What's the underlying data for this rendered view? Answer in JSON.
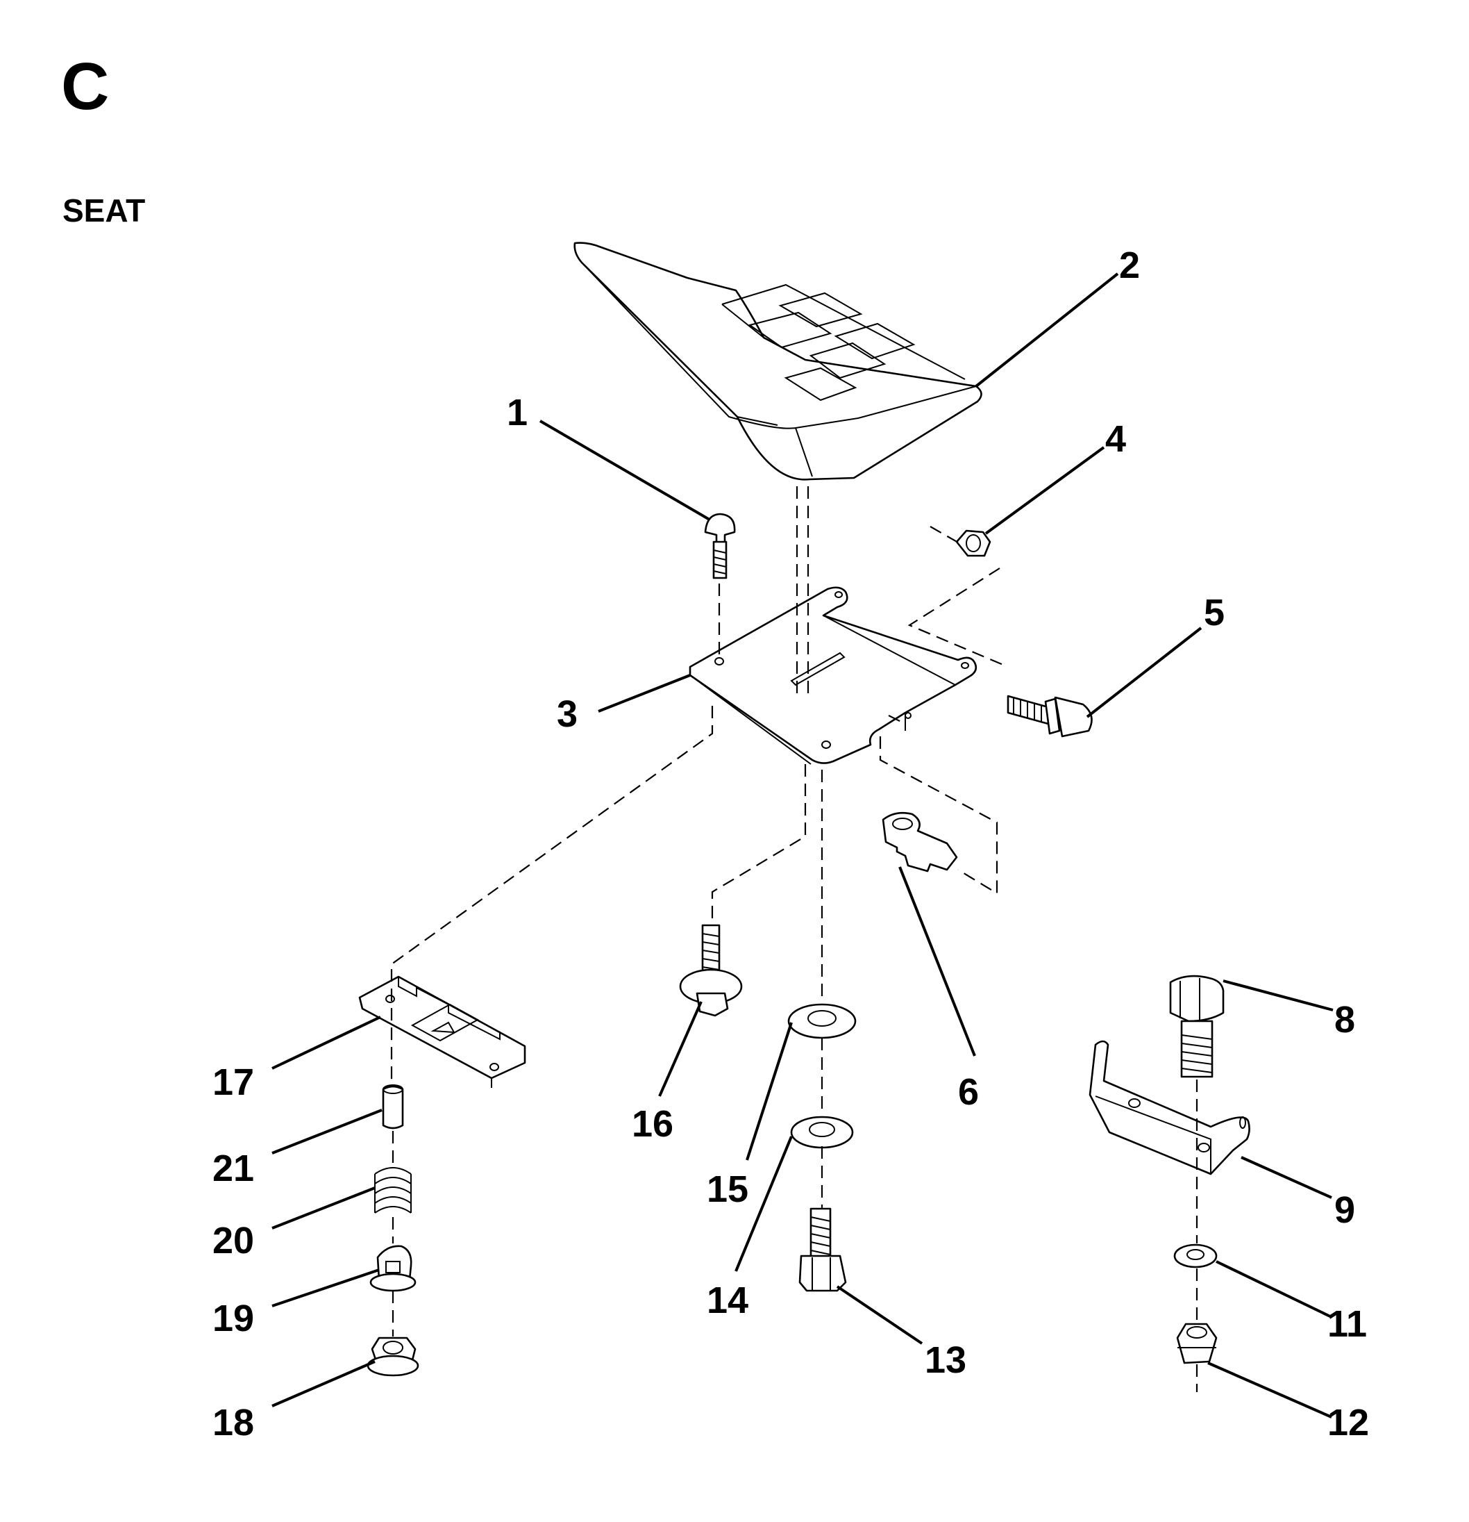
{
  "page": {
    "section_letter": "C",
    "section_title": "SEAT"
  },
  "callouts": [
    {
      "id": "1"
    },
    {
      "id": "2"
    },
    {
      "id": "3"
    },
    {
      "id": "4"
    },
    {
      "id": "5"
    },
    {
      "id": "6"
    },
    {
      "id": "8"
    },
    {
      "id": "9"
    },
    {
      "id": "11"
    },
    {
      "id": "12"
    },
    {
      "id": "13"
    },
    {
      "id": "14"
    },
    {
      "id": "15"
    },
    {
      "id": "16"
    },
    {
      "id": "17"
    },
    {
      "id": "18"
    },
    {
      "id": "19"
    },
    {
      "id": "20"
    },
    {
      "id": "21"
    }
  ],
  "parts": {
    "seat": "part-2",
    "seat_pan": "part-3",
    "carriage_bolt": "part-1",
    "hex_nut": "part-4",
    "shoulder_bolt": "part-5",
    "clip": "part-6",
    "hex_bolt": "part-8",
    "bracket": "part-9",
    "washer_small": "part-11",
    "lock_nut": "part-12",
    "screw": "part-13",
    "lock_washer": "part-14",
    "flat_washer": "part-15",
    "flange_screw": "part-16",
    "slide_plate": "part-17",
    "flange_nut": "part-18",
    "knob": "part-19",
    "spring": "part-20",
    "pin": "part-21"
  }
}
